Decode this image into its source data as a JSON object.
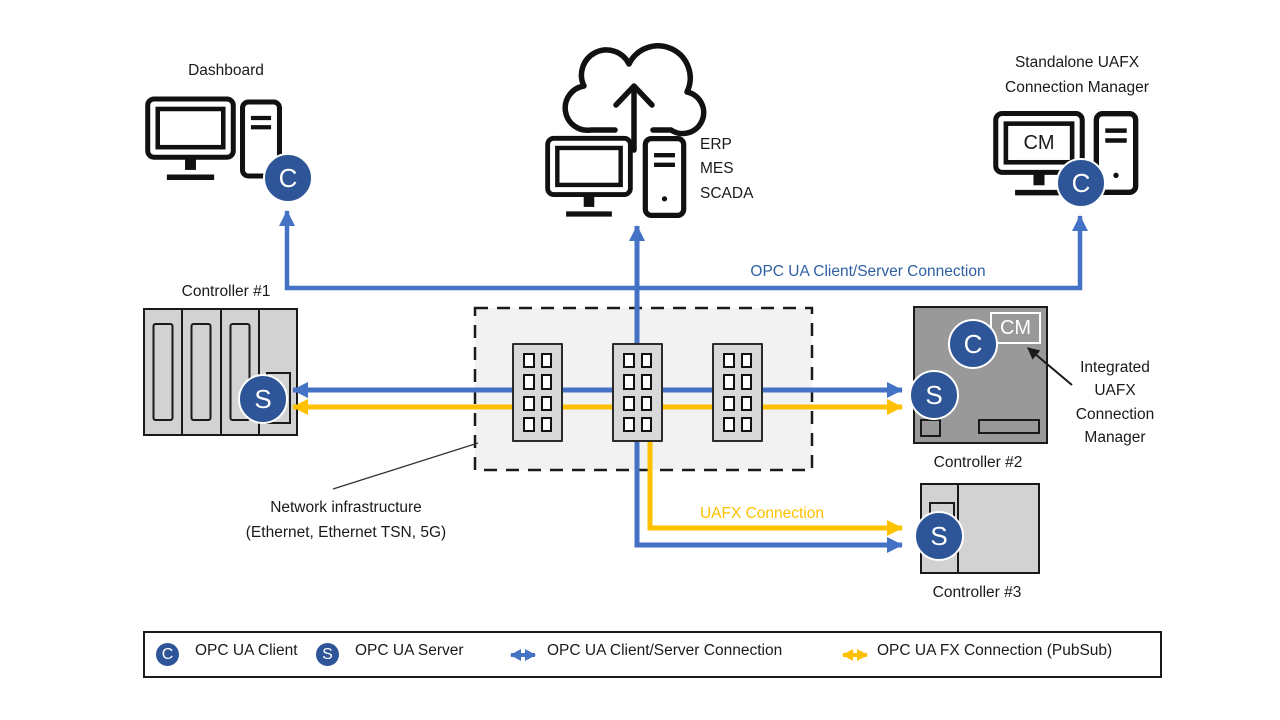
{
  "diagram": {
    "dashboard": {
      "label": "Dashboard",
      "badge": "C"
    },
    "cloud_system": {
      "lines": [
        "ERP",
        "MES",
        "SCADA"
      ]
    },
    "standalone_cm": {
      "label_line1": "Standalone UAFX",
      "label_line2": "Connection Manager",
      "monitor_text": "CM",
      "badge": "C"
    },
    "controller1": {
      "label": "Controller #1",
      "badge": "S"
    },
    "controller2": {
      "label": "Controller #2",
      "cm_text": "CM",
      "badge_client": "C",
      "badge_server": "S"
    },
    "controller3": {
      "label": "Controller #3",
      "badge": "S"
    },
    "network": {
      "label_line1": "Network infrastructure",
      "label_line2": "(Ethernet, Ethernet TSN, 5G)"
    },
    "integrated_cm": {
      "lines": [
        "Integrated",
        "UAFX",
        "Connection",
        "Manager"
      ]
    },
    "connections": {
      "client_server_label": "OPC UA Client/Server Connection",
      "uafx_label": "UAFX Connection"
    }
  },
  "legend": {
    "client": {
      "badge": "C",
      "label": "OPC UA Client"
    },
    "server": {
      "badge": "S",
      "label": "OPC UA Server"
    },
    "cs_connection_label": "OPC UA Client/Server Connection",
    "fx_connection_label": "OPC UA FX Connection (PubSub)"
  },
  "colors": {
    "connection_blue": "#4472C4",
    "connection_yellow": "#FFC000",
    "badge_blue": "#2E5597",
    "blue_label_text": "#2E5FA3",
    "controller_dark_gray": "#999999",
    "controller_light_gray": "#D2D2D2",
    "network_box_fill": "#F2F2F2"
  }
}
